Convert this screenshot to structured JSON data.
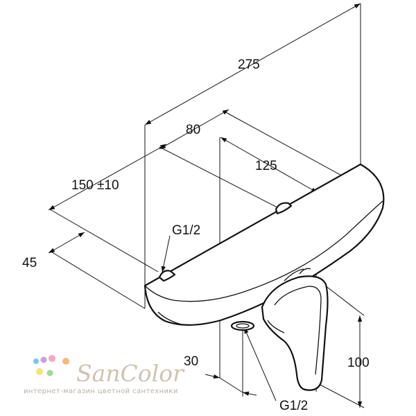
{
  "dimensions": {
    "total_width": "275",
    "wall_offset": "80",
    "centers": "125",
    "spacing": "150 ±10",
    "depth": "45",
    "inlet_top": "G1/2",
    "outlet_offset": "30",
    "handle_height": "100",
    "outlet_thread": "G1/2"
  },
  "logo": {
    "name": "SanColor",
    "tagline": "интернет-магазин цветной сантехники",
    "dot_colors": [
      "#7ec8e3",
      "#c9a0dc",
      "#f4a6c0",
      "#f7e27a",
      "#9ed99a",
      "#f8b878"
    ]
  }
}
